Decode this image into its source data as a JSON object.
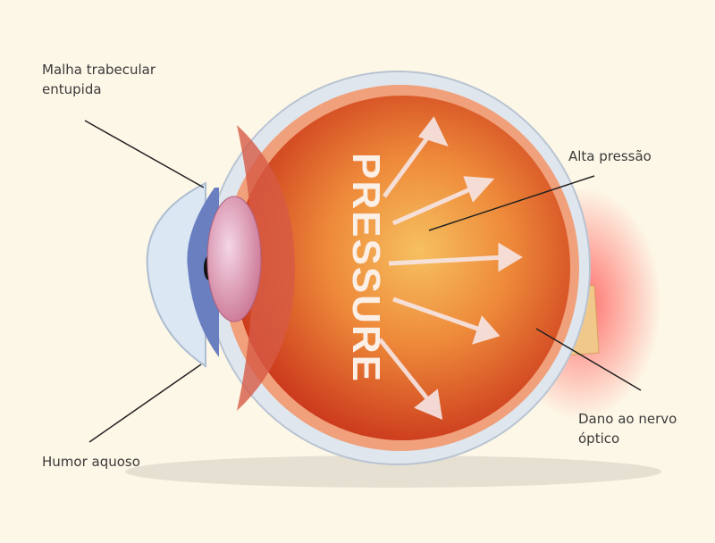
{
  "labels": {
    "trabecular_line1": "Malha trabecular",
    "trabecular_line2": "entupida",
    "high_pressure": "Alta pressão",
    "nerve_line1": "Dano ao nervo",
    "nerve_line2": "óptico",
    "aqueous": "Humor aquoso"
  },
  "pressure_text": "PRESSURE",
  "colors": {
    "background": "#fdf7e7",
    "retina": "#d8461e",
    "sclera": "#dfe6ee",
    "iris": "#6a7fc0"
  }
}
